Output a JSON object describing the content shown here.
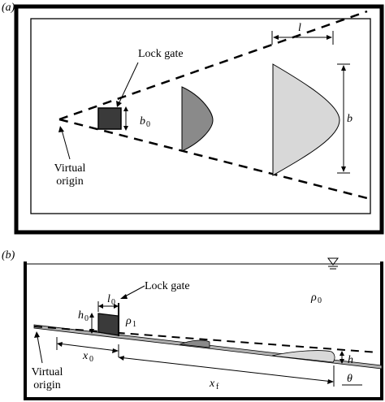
{
  "panel_a": {
    "tag": "(a)",
    "lock_gate_label": "Lock gate",
    "virtual_origin_line1": "Virtual",
    "virtual_origin_line2": "origin",
    "b0_main": "b",
    "b0_sub": "0",
    "l_label": "l",
    "b_label": "b"
  },
  "panel_b": {
    "tag": "(b)",
    "lock_gate_label": "Lock gate",
    "virtual_origin_line1": "Virtual",
    "virtual_origin_line2": "origin",
    "l0_main": "l",
    "l0_sub": "0",
    "h0_main": "h",
    "h0_sub": "0",
    "rho1_main": "ρ",
    "rho1_sub": "1",
    "rho0_main": "ρ",
    "rho0_sub": "0",
    "x0_main": "x",
    "x0_sub": "0",
    "xf_main": "x",
    "xf_sub": "f",
    "h_label": "h",
    "theta_label": "θ"
  },
  "colors": {
    "gate_fill": "#3a3a3a",
    "mid_current": "#8a8a8a",
    "front_current": "#d8d8d8",
    "slope": "#b0b0b0"
  }
}
